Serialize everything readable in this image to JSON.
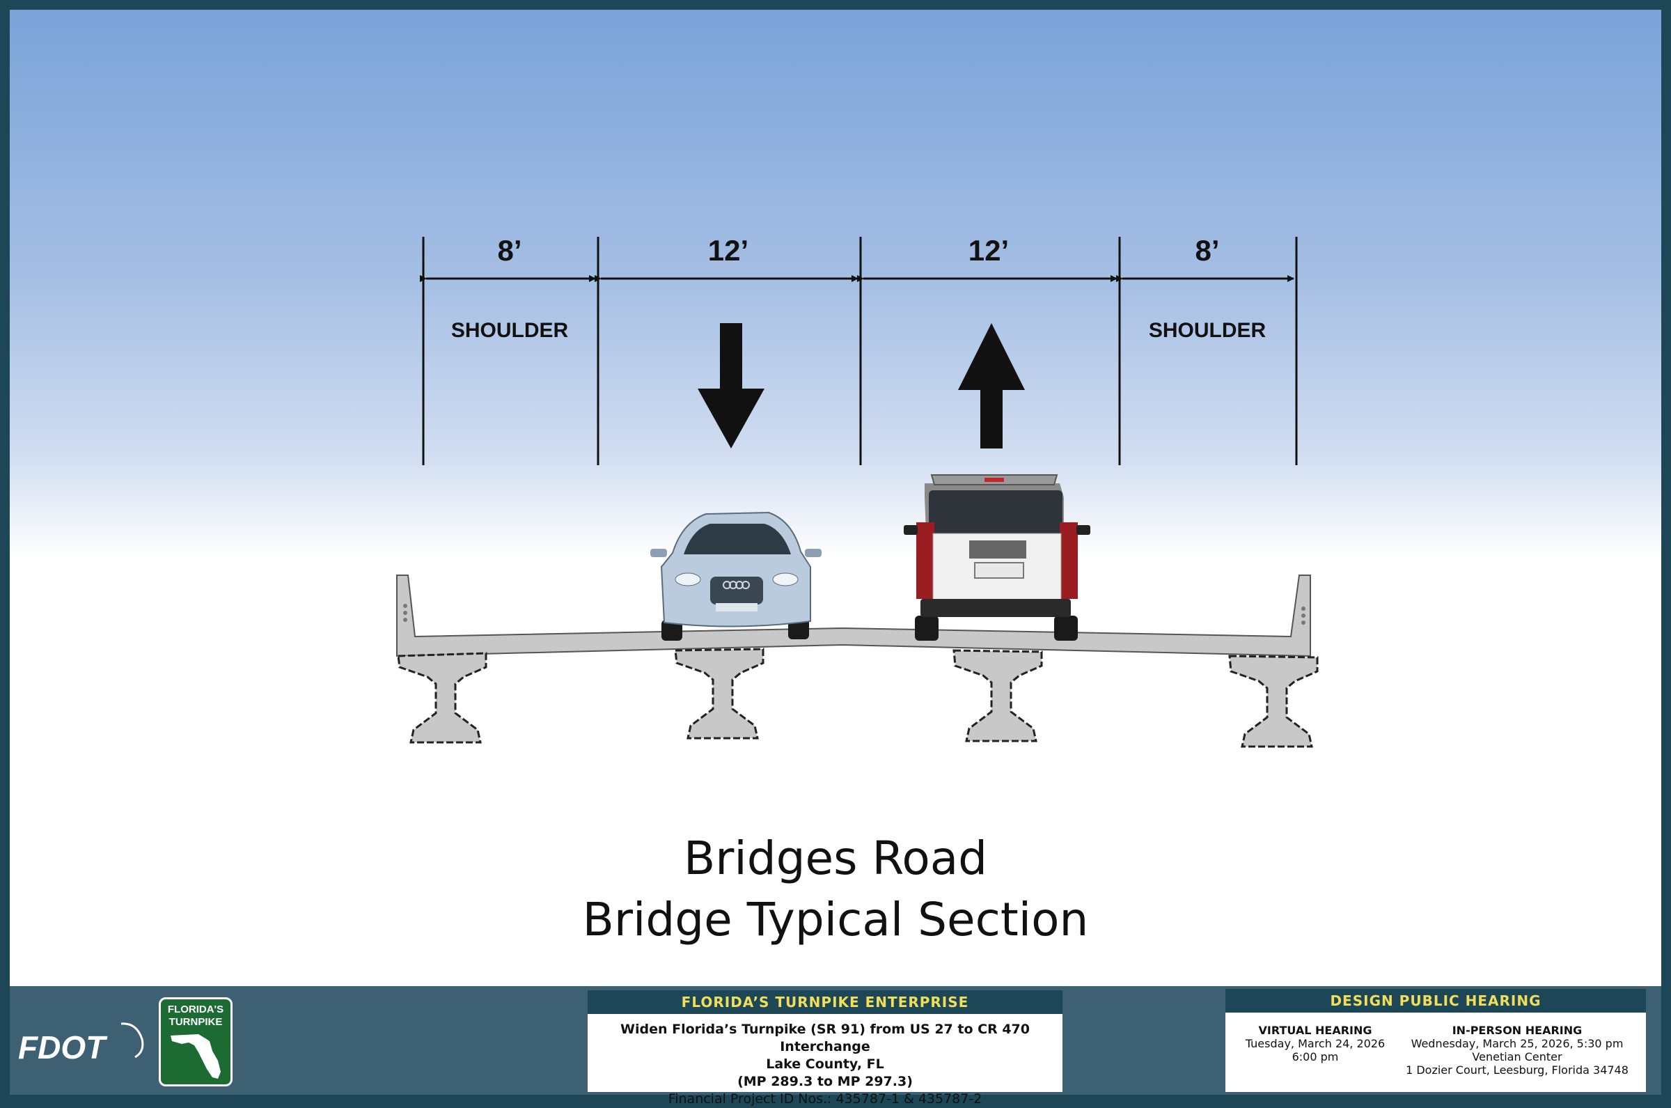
{
  "dimensions": {
    "left_shoulder": "8’",
    "lane_1": "12’",
    "lane_2": "12’",
    "right_shoulder": "8’"
  },
  "zones": {
    "left_shoulder": "SHOULDER",
    "right_shoulder": "SHOULDER"
  },
  "title": {
    "line1": "Bridges Road",
    "line2": "Bridge Typical Section"
  },
  "logos": {
    "fdot": "FDOT",
    "turnpike_line1": "FLORIDA'S",
    "turnpike_line2": "TURNPIKE"
  },
  "project": {
    "header": "FLORIDA’S TURNPIKE ENTERPRISE",
    "line1": "Widen Florida’s Turnpike (SR 91) from US 27 to CR 470 Interchange",
    "line2": "Lake County, FL",
    "line3": "(MP 289.3 to MP 297.3)",
    "line4": "Financial Project ID Nos.: 435787-1 &  435787-2"
  },
  "hearing": {
    "header": "DESIGN PUBLIC HEARING",
    "virtual": {
      "title": "VIRTUAL HEARING",
      "date": "Tuesday, March 24, 2026",
      "time": "6:00 pm"
    },
    "in_person": {
      "title": "IN-PERSON HEARING",
      "date": "Wednesday, March 25, 2026, 5:30 pm",
      "venue": "Venetian Center",
      "address": "1 Dozier Court, Leesburg, Florida 34748"
    }
  },
  "colors": {
    "frame": "#1d4757",
    "footer": "#3d6072",
    "header_text": "#f1de5a",
    "sky_top": "#7aa3d8",
    "concrete": "#c8c8c8",
    "turnpike_green": "#1c6b33"
  },
  "icons": {
    "lane_1_direction": "arrow-down-icon",
    "lane_2_direction": "arrow-up-icon"
  }
}
